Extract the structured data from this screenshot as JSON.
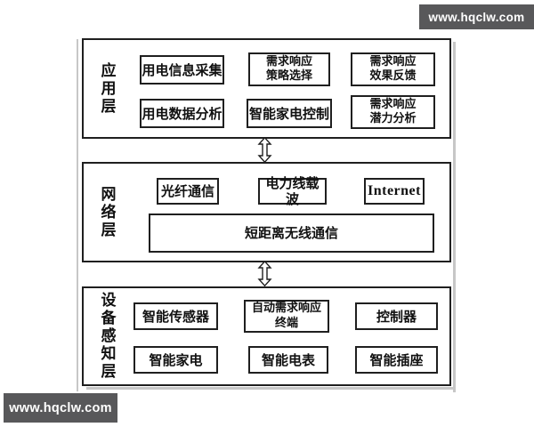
{
  "watermarks": {
    "top_right": "www.hqclw.com",
    "bottom_left": "www.hqclw.com"
  },
  "colors": {
    "line": "#1f1f1f",
    "watermark_bg": "#58585a",
    "watermark_fg": "#ffffff",
    "scan_shadow": "#c7c7c7",
    "background": "#ffffff"
  },
  "icons": {
    "layer_connector": "double-headed-vertical-arrow"
  },
  "diagram": {
    "layers": [
      {
        "label": "应用层",
        "boxes": [
          {
            "label": "用电信息采集"
          },
          {
            "label": "需求响应\n策略选择"
          },
          {
            "label": "需求响应\n效果反馈"
          },
          {
            "label": "用电数据分析"
          },
          {
            "label": "智能家电控制"
          },
          {
            "label": "需求响应\n潜力分析"
          }
        ]
      },
      {
        "label": "网络层",
        "boxes": [
          {
            "label": "光纤通信"
          },
          {
            "label": "电力线载波"
          },
          {
            "label": "Internet"
          },
          {
            "label": "短距离无线通信"
          }
        ]
      },
      {
        "label": "设备感知层",
        "boxes": [
          {
            "label": "智能传感器"
          },
          {
            "label": "自动需求响应\n终端"
          },
          {
            "label": "控制器"
          },
          {
            "label": "智能家电"
          },
          {
            "label": "智能电表"
          },
          {
            "label": "智能插座"
          }
        ]
      }
    ]
  }
}
